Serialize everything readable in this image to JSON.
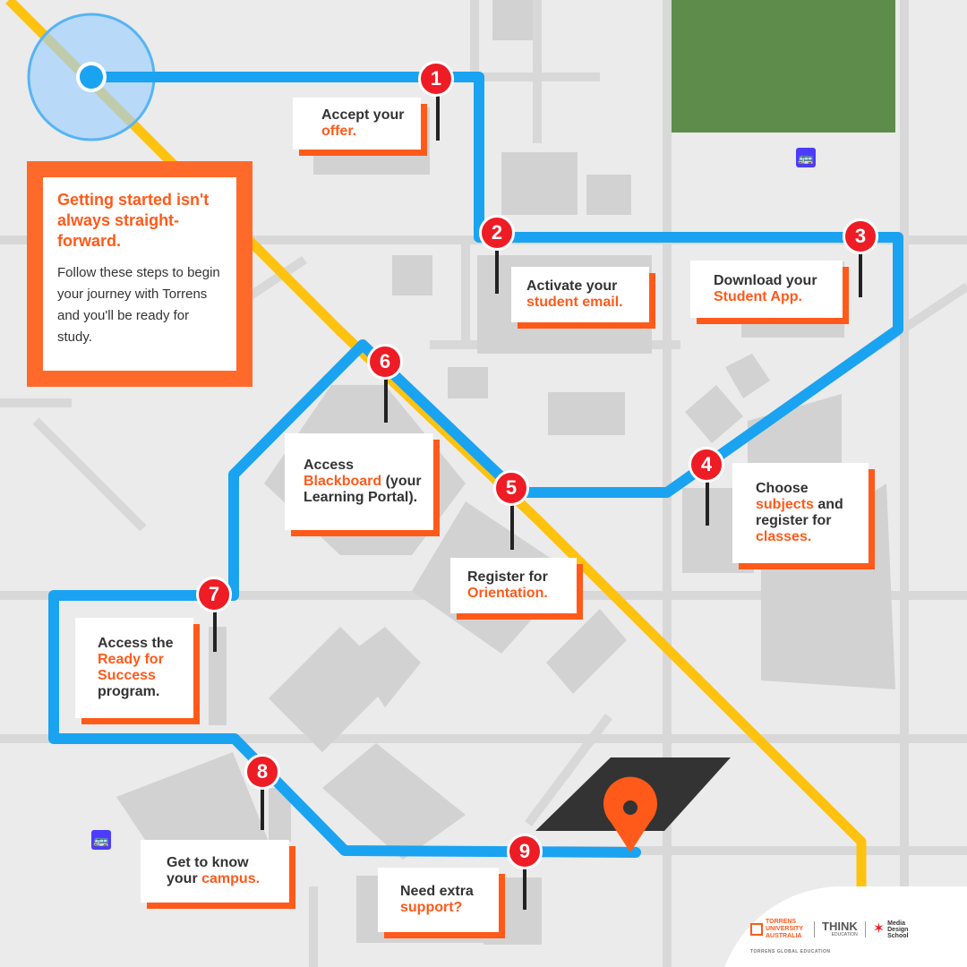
{
  "intro": {
    "title": "Getting started isn't always straight-forward.",
    "body": "Follow these steps to begin your journey with Torrens and you'll be ready for study."
  },
  "steps": [
    {
      "number": "1",
      "parts": [
        {
          "text": "Accept "
        },
        {
          "text": "your "
        },
        {
          "text": "offer.",
          "hl": true
        }
      ]
    },
    {
      "number": "2",
      "parts": [
        {
          "text": "Activate your "
        },
        {
          "text": "student email.",
          "hl": true
        }
      ]
    },
    {
      "number": "3",
      "parts": [
        {
          "text": "Download your "
        },
        {
          "text": "Student App.",
          "hl": true
        }
      ]
    },
    {
      "number": "4",
      "parts": [
        {
          "text": "Choose "
        },
        {
          "text": "subjects",
          "hl": true
        },
        {
          "text": " and register for "
        },
        {
          "text": "classes.",
          "hl": true
        }
      ]
    },
    {
      "number": "5",
      "parts": [
        {
          "text": "Register for "
        },
        {
          "text": "Orientation.",
          "hl": true
        }
      ]
    },
    {
      "number": "6",
      "parts": [
        {
          "text": "Access "
        },
        {
          "text": "Blackboard",
          "hl": true
        },
        {
          "text": " (your Learning Portal)."
        }
      ]
    },
    {
      "number": "7",
      "parts": [
        {
          "text": "Access the "
        },
        {
          "text": "Ready for Success",
          "hl": true
        },
        {
          "text": " program."
        }
      ]
    },
    {
      "number": "8",
      "parts": [
        {
          "text": "Get to know your "
        },
        {
          "text": "campus.",
          "hl": true
        }
      ]
    },
    {
      "number": "9",
      "parts": [
        {
          "text": "Need extra "
        },
        {
          "text": "support?",
          "hl": true
        }
      ]
    }
  ],
  "icons": {
    "bus": "bus-icon",
    "destination": "location-pin-icon",
    "start": "start-point-icon"
  },
  "logos": {
    "torrens": "TORRENS UNIVERSITY AUSTRALIA",
    "think": "THINK",
    "think_sub": "EDUCATION",
    "media": "Media Design School",
    "footer": "TORRENS GLOBAL EDUCATION"
  },
  "colors": {
    "route": "#1aa3f0",
    "accent": "#ff5a1a",
    "badge": "#ee1c25",
    "rail": "#ffc20e",
    "park": "#5e8c4a",
    "map_bg": "#ebebeb",
    "block": "#cfcfcf",
    "road": "#ffffff"
  }
}
